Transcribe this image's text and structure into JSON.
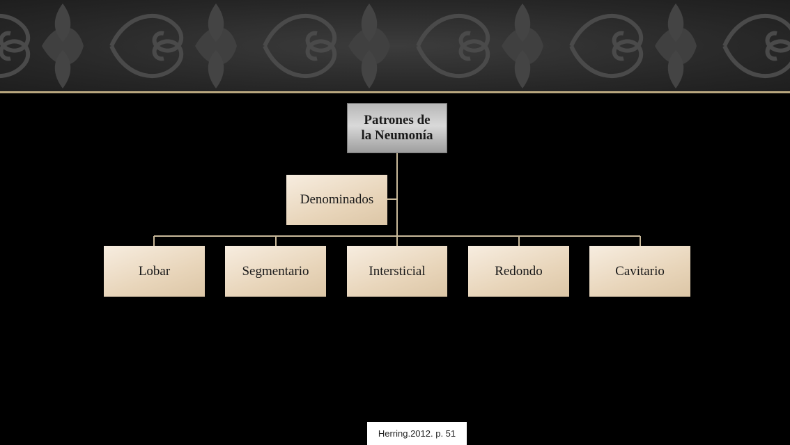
{
  "diagram": {
    "root": "Patrones de la Neumonía",
    "root_line1": "Patrones de",
    "root_line2": "la Neumonía",
    "assistant": "Denominados",
    "children": [
      "Lobar",
      "Segmentario",
      "Intersticial",
      "Redondo",
      "Cavitario"
    ]
  },
  "citation": "Herring.2012. p. 51",
  "colors": {
    "background": "#000000",
    "connector": "#c9b99a",
    "leaf_fill": "#eadbc4",
    "root_fill": "#c4c4c4",
    "accent_line": "#b8a67e"
  }
}
